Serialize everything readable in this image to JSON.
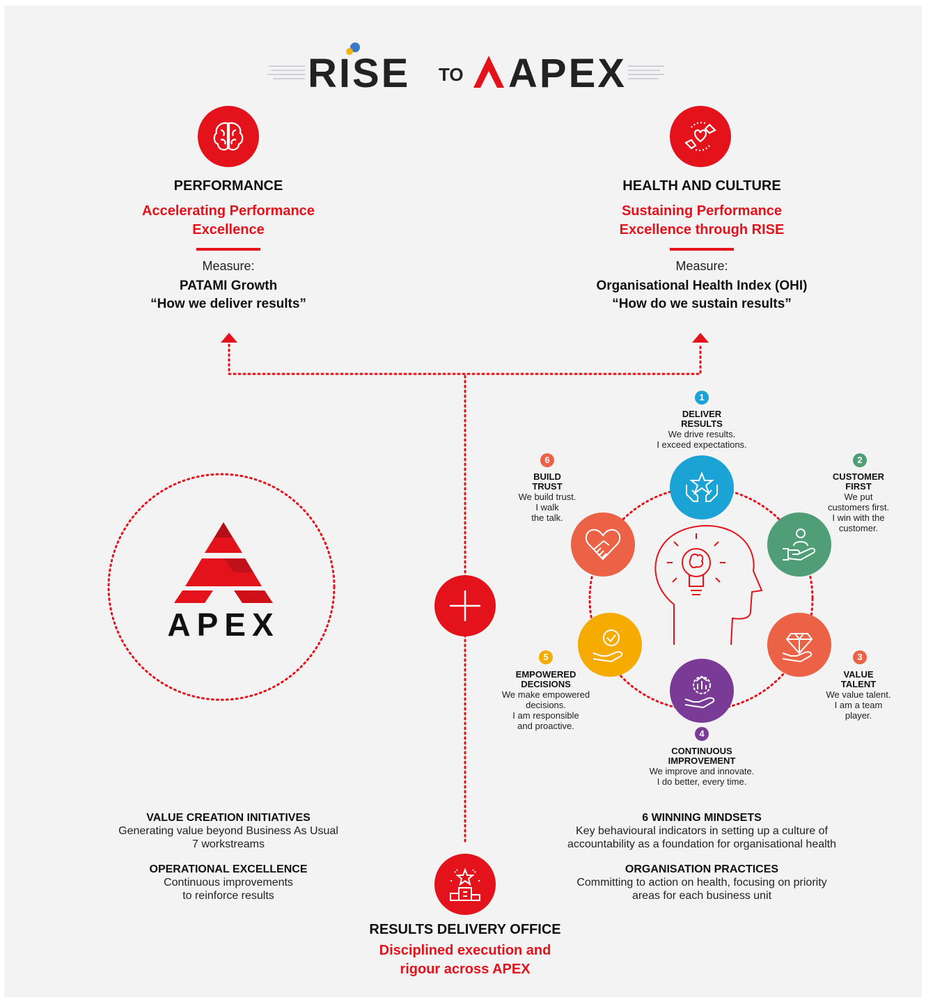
{
  "logo": {
    "rise": "RISE",
    "to": "TO",
    "apex": "APEX"
  },
  "performance": {
    "title": "PERFORMANCE",
    "subtitle_line1": "Accelerating Performance",
    "subtitle_line2": "Excellence",
    "measure_label": "Measure:",
    "measure_name": "PATAMI Growth",
    "measure_quote": "“How we deliver results”"
  },
  "health": {
    "title": "HEALTH AND CULTURE",
    "subtitle_line1": "Sustaining Performance",
    "subtitle_line2": "Excellence through RISE",
    "measure_label": "Measure:",
    "measure_name": "Organisational Health Index (OHI)",
    "measure_quote": "“How do we sustain results”"
  },
  "apex_badge": {
    "wordmark": "APEX"
  },
  "mindsets": [
    {
      "number": "1",
      "title_lines": [
        "DELIVER",
        "RESULTS"
      ],
      "text_lines": [
        "We drive results.",
        "I exceed expectations."
      ],
      "color": "#1aa3d4"
    },
    {
      "number": "2",
      "title_lines": [
        "CUSTOMER",
        "FIRST"
      ],
      "text_lines": [
        "We put",
        "customers first.",
        "I win with the",
        "customer."
      ],
      "color": "#4f9e77"
    },
    {
      "number": "3",
      "title_lines": [
        "VALUE",
        "TALENT"
      ],
      "text_lines": [
        "We value talent.",
        "I am a team",
        "player."
      ],
      "color": "#eb6246"
    },
    {
      "number": "4",
      "title_lines": [
        "CONTINUOUS",
        "IMPROVEMENT"
      ],
      "text_lines": [
        "We improve and innovate.",
        "I do better, every time."
      ],
      "color": "#7a3b96"
    },
    {
      "number": "5",
      "title_lines": [
        "EMPOWERED",
        "DECISIONS"
      ],
      "text_lines": [
        "We make empowered",
        "decisions.",
        "I am responsible",
        "and proactive."
      ],
      "color": "#f5ab00"
    },
    {
      "number": "6",
      "title_lines": [
        "BUILD",
        "TRUST"
      ],
      "text_lines": [
        "We build trust.",
        "I walk",
        "the talk."
      ],
      "color": "#eb6246"
    }
  ],
  "left_block": {
    "vci_title": "VALUE CREATION INITIATIVES",
    "vci_line1": "Generating value beyond Business As Usual",
    "vci_line2": "7 workstreams",
    "opex_title": "OPERATIONAL EXCELLENCE",
    "opex_line1": "Continuous improvements",
    "opex_line2": "to reinforce results"
  },
  "right_block": {
    "wm_title": "6 WINNING MINDSETS",
    "wm_line1": "Key behavioural indicators in setting up a culture of",
    "wm_line2": "accountability as a foundation for organisational health",
    "op_title": "ORGANISATION PRACTICES",
    "op_line1": "Committing to action on health, focusing on priority",
    "op_line2": "areas for each business unit"
  },
  "rdo": {
    "title": "RESULTS DELIVERY OFFICE",
    "subtitle_line1": "Disciplined execution and",
    "subtitle_line2": "rigour across APEX"
  },
  "colors": {
    "accent": "#e3121b",
    "panel": "#f3f3f3"
  }
}
